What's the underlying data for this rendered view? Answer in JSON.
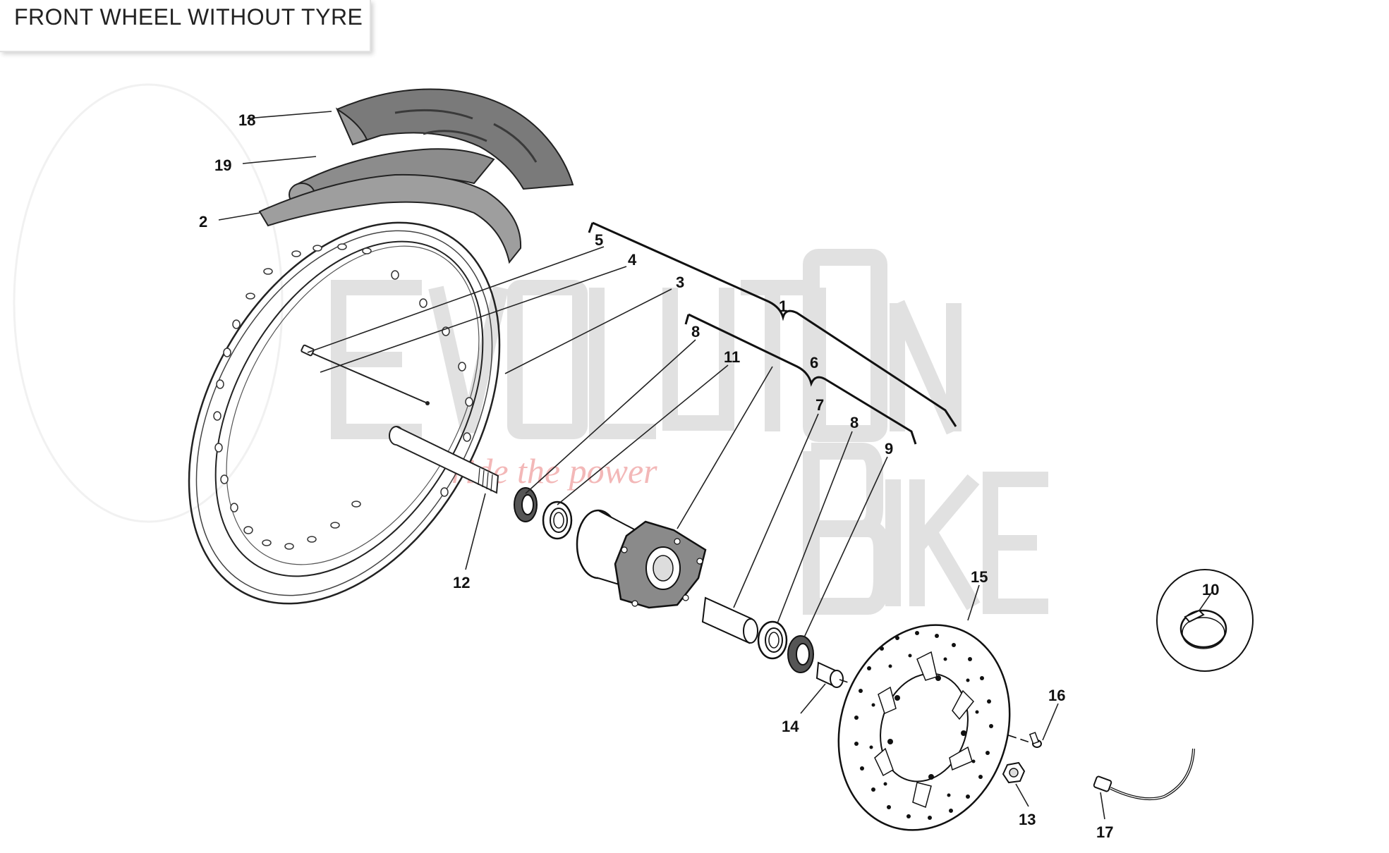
{
  "title": "FRONT WHEEL WITHOUT TYRE",
  "watermark": {
    "tagline": "ride the power",
    "color": "#d9d9d9",
    "tagline_color": "#f3b8b8"
  },
  "callouts": {
    "p1": "1",
    "p2": "2",
    "p3": "3",
    "p4": "4",
    "p5": "5",
    "p6": "6",
    "p7": "7",
    "p8a": "8",
    "p8b": "8",
    "p9": "9",
    "p10": "10",
    "p11": "11",
    "p12": "12",
    "p13": "13",
    "p14": "14",
    "p15": "15",
    "p16": "16",
    "p17": "17",
    "p18": "18",
    "p19": "19"
  },
  "parts_icons": {
    "rim": "wheel-rim-icon",
    "tyre": "tyre-icon",
    "inner_tube": "inner-tube-icon",
    "rim_tape": "rim-tape-icon",
    "spoke": "spoke-icon",
    "nipple": "spoke-nipple-icon",
    "axle": "wheel-axle-icon",
    "seal": "oil-seal-icon",
    "bearing": "bearing-icon",
    "hub": "wheel-hub-icon",
    "spacer": "spacer-icon",
    "brake_disc": "brake-disc-icon",
    "screw": "screw-icon",
    "bolt": "bolt-icon",
    "clamp": "clamp-icon",
    "sensor": "speed-sensor-icon"
  }
}
